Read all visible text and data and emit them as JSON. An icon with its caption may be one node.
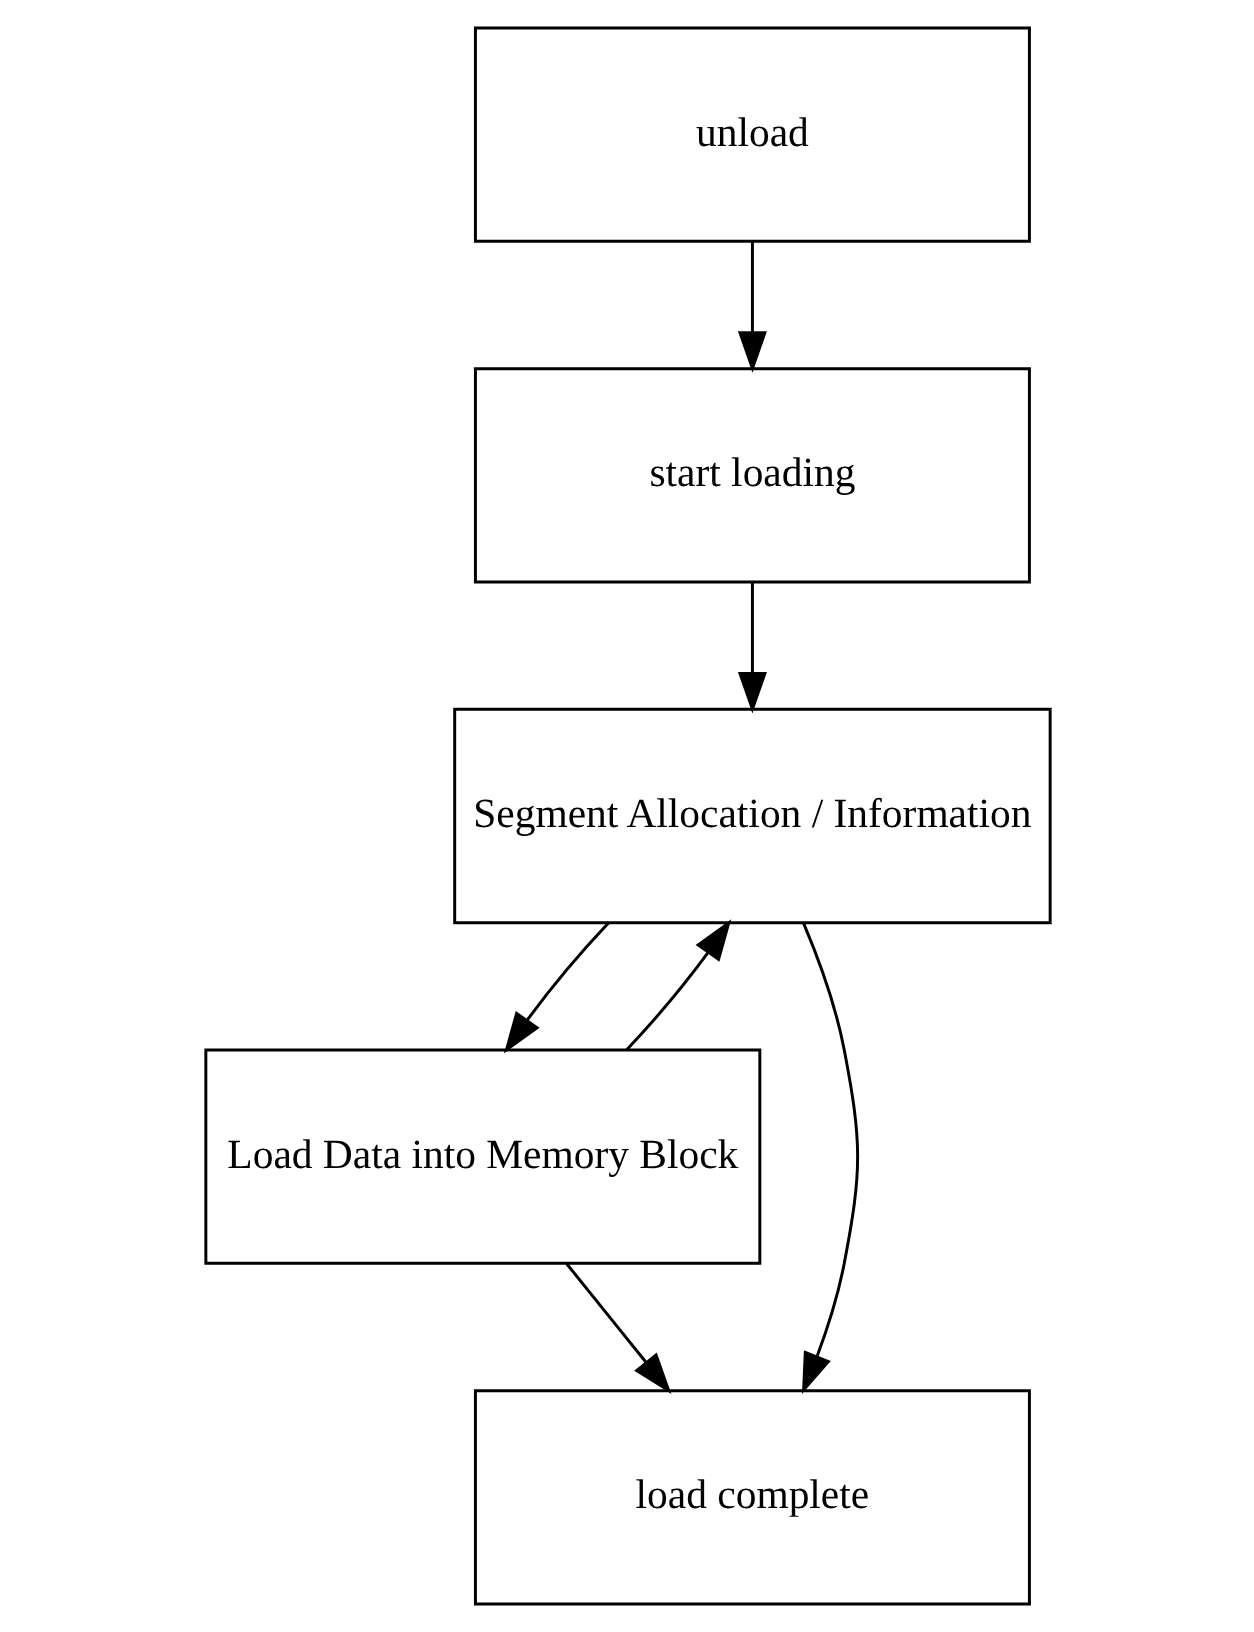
{
  "diagram": {
    "nodes": [
      {
        "text": [
          "unload"
        ]
      },
      {
        "text": [
          "start loading"
        ]
      },
      {
        "text": [
          "Segment Allocation / Information"
        ]
      },
      {
        "text": [
          "Load Data into Memory Block"
        ]
      },
      {
        "text": [
          "load complete"
        ]
      }
    ],
    "edges": [
      {
        "from": 0,
        "to": 1,
        "arrow": "to"
      },
      {
        "from": 1,
        "to": 2,
        "arrow": "to"
      },
      {
        "from": 2,
        "to": 3,
        "arrow": "to"
      },
      {
        "from": 3,
        "to": 4,
        "arrow": "to"
      },
      {
        "from": 3,
        "to": 2,
        "arrow": "to"
      },
      {
        "from": 2,
        "to": 4,
        "arrow": "to"
      }
    ]
  }
}
